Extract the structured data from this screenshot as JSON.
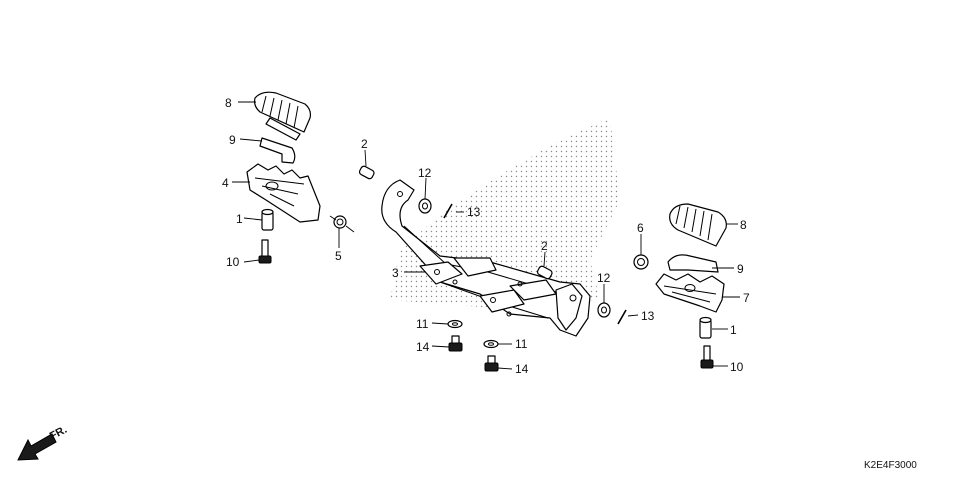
{
  "diagram": {
    "drawing_code": "K2E4F3000",
    "direction_label": "FR.",
    "callouts": {
      "left_footpeg_rubber": "8",
      "left_plate": "9",
      "left_footpeg_bracket": "4",
      "left_collar": "1",
      "left_bolt": "10",
      "left_spring": "5",
      "left_pin": "2",
      "left_washer": "12",
      "left_cotter_pin": "13",
      "main_bracket": "3",
      "washer_a": "11",
      "bolt_a": "14",
      "washer_b": "11",
      "bolt_b": "14",
      "right_pin": "2",
      "right_washer": "12",
      "right_cotter_pin": "13",
      "right_spring": "6",
      "right_footpeg_rubber": "8",
      "right_plate": "9",
      "right_footpeg_bracket": "7",
      "right_collar": "1",
      "right_bolt": "10"
    }
  }
}
